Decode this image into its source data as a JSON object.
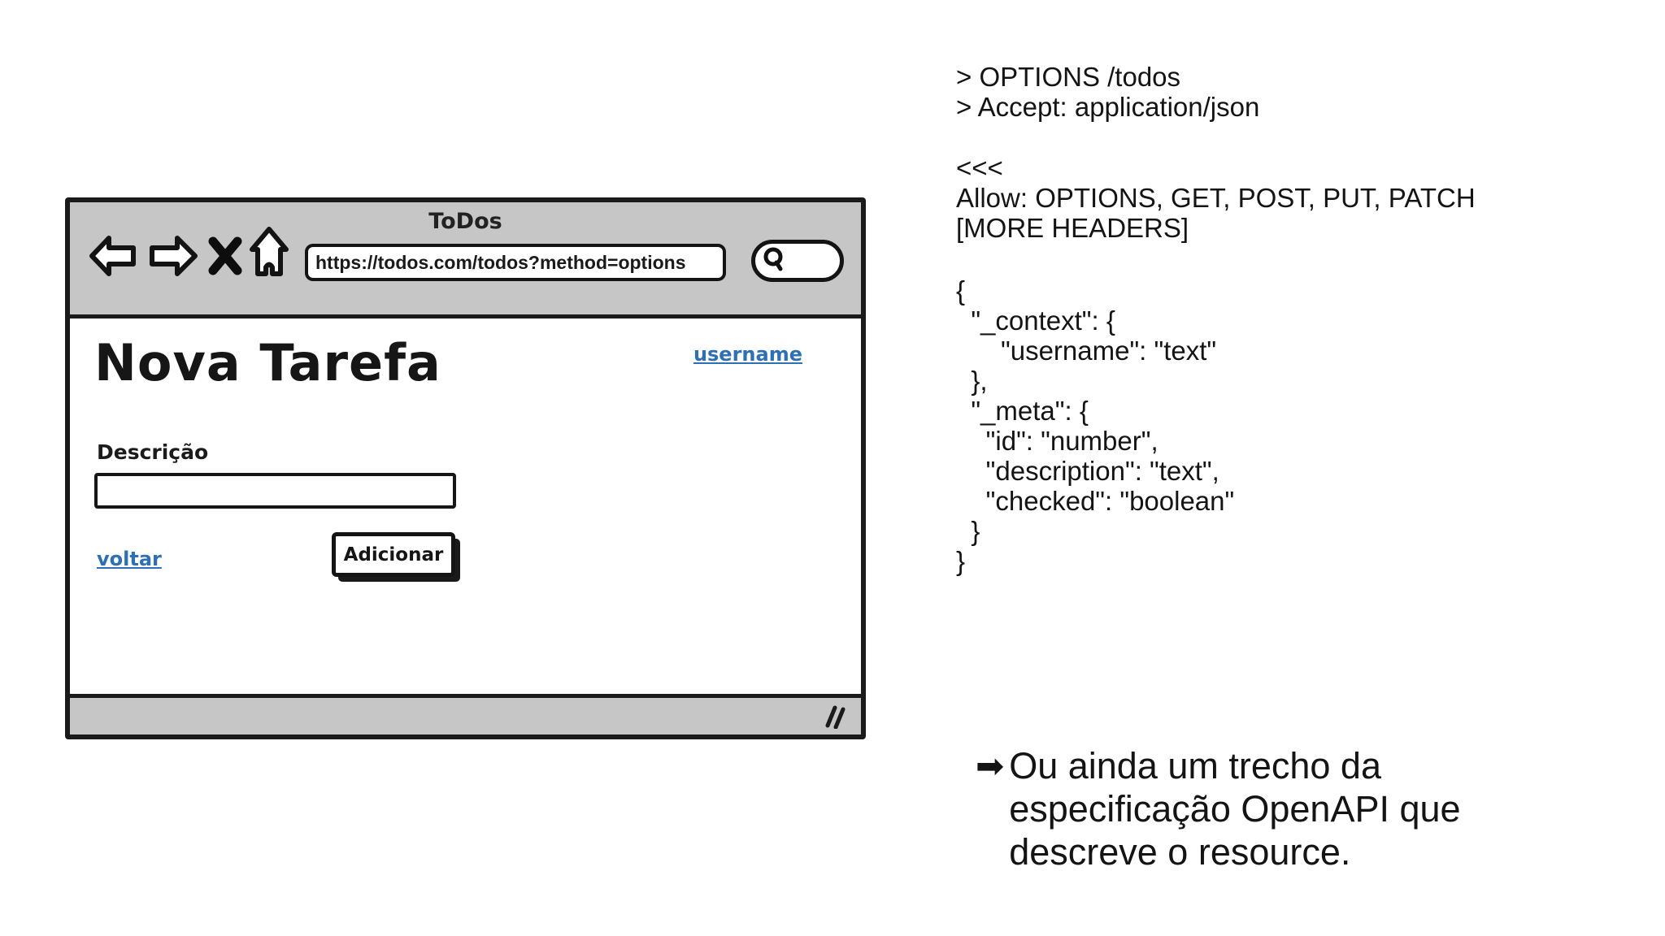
{
  "mockup": {
    "window_title": "ToDos",
    "url": "https://todos.com/todos?method=options",
    "toolbar_icons": [
      "back-arrow",
      "forward-arrow",
      "stop-x",
      "home",
      "search-magnifier"
    ],
    "page": {
      "heading": "Nova Tarefa",
      "username_link": "username",
      "description_label": "Descrição",
      "description_value": "",
      "back_link": "voltar",
      "add_button": "Adicionar"
    }
  },
  "http_panel": {
    "request": "> OPTIONS /todos\n> Accept: application/json",
    "response_headers": "<<<\nAllow: OPTIONS, GET, POST, PUT, PATCH\n[MORE HEADERS]",
    "json_body": "{\n  \"_context\": {\n      \"username\": \"text\"\n  },\n  \"_meta\": {\n    \"id\": \"number\",\n    \"description\": \"text\",\n    \"checked\": \"boolean\"\n  }\n}"
  },
  "note": {
    "arrow_glyph": "➡",
    "text": "Ou ainda um trecho da\nespecificação OpenAPI que\ndescreve o resource."
  },
  "colors": {
    "toolbar_gray": "#c6c6c6",
    "link_blue": "#2d70b3",
    "ink": "#1a1a1a"
  }
}
